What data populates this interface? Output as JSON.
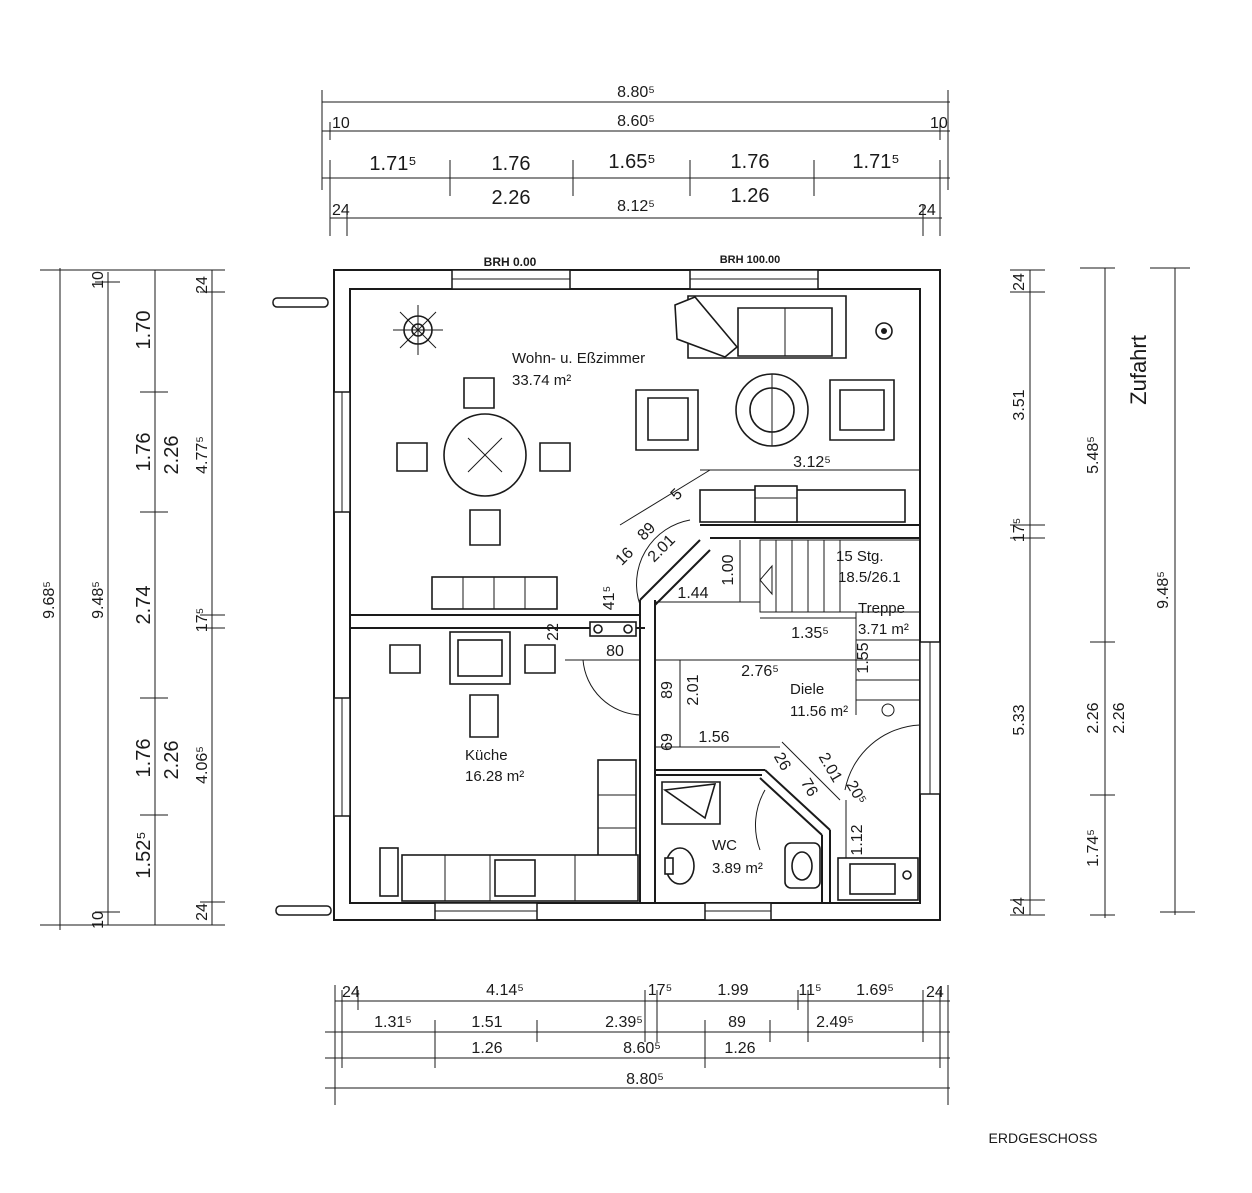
{
  "title": "ERDGESCHOSS",
  "top_labels": {
    "brh_left": "BRH 0.00",
    "brh_right": "BRH 100.00"
  },
  "rooms": {
    "wohn_name": "Wohn- u. Eßzimmer",
    "wohn_area": "33.74 m²",
    "kueche_name": "Küche",
    "kueche_area": "16.28 m²",
    "diele_name": "Diele",
    "diele_area": "11.56 m²",
    "wc_name": "WC",
    "wc_area": "3.89 m²",
    "treppe_steps": "15 Stg.",
    "treppe_ratio": "18.5/26.1",
    "treppe_name": "Treppe",
    "treppe_area": "3.71 m²"
  },
  "side_label": "Zufahrt",
  "dims_top": {
    "r1": "8.80⁵",
    "r2_left": "10",
    "r2_mid": "8.60⁵",
    "r2_right": "10",
    "r3": [
      "1.71⁵",
      "1.76",
      "1.65⁵",
      "1.76",
      "1.71⁵"
    ],
    "r4": [
      "2.26",
      "1.26"
    ],
    "r5_left": "24",
    "r5_mid": "8.12⁵",
    "r5_right": "24"
  },
  "dims_bottom": {
    "r1": [
      "24",
      "4.14⁵",
      "17⁵",
      "1.99",
      "11⁵",
      "1.69⁵",
      "24"
    ],
    "r2": [
      "1.31⁵",
      "1.51",
      "2.39⁵",
      "89",
      "2.49⁵"
    ],
    "r3": [
      "1.26",
      "8.60⁵",
      "1.26"
    ],
    "r4": "8.80⁵"
  },
  "dims_left": {
    "c1": "9.68⁵",
    "c2": "9.48⁵",
    "c2_top": "10",
    "c2_bot": "10",
    "c3": [
      "1.70",
      "1.76",
      "2.74",
      "1.76",
      "1.52⁵"
    ],
    "c4": [
      "2.26",
      "2.26"
    ],
    "c5": [
      "24",
      "4.77⁵",
      "17⁵",
      "4.06⁵",
      "24"
    ]
  },
  "dims_right": {
    "c1": [
      "24",
      "3.51",
      "17⁵",
      "5.33",
      "24"
    ],
    "c2": [
      "5.48⁵",
      "2.26",
      "1.74⁵"
    ],
    "c3": [
      "2.26",
      "9.48⁵"
    ]
  },
  "dims_inner": {
    "d_3125": "3.12⁵",
    "d_89a": "89",
    "d_201a": "2.01",
    "d_5": "5",
    "d_16": "16",
    "d_100": "1.00",
    "d_144": "1.44",
    "d_415": "41⁵",
    "d_22": "22",
    "d_80": "80",
    "d_1355": "1.35⁵",
    "d_2765": "2.76⁵",
    "d_155": "1.55",
    "d_89b": "89",
    "d_201b": "2.01",
    "d_69": "69",
    "d_156": "1.56",
    "d_26": "26",
    "d_76": "76",
    "d_201c": "2.01",
    "d_205": "20⁵",
    "d_112": "1.12"
  }
}
